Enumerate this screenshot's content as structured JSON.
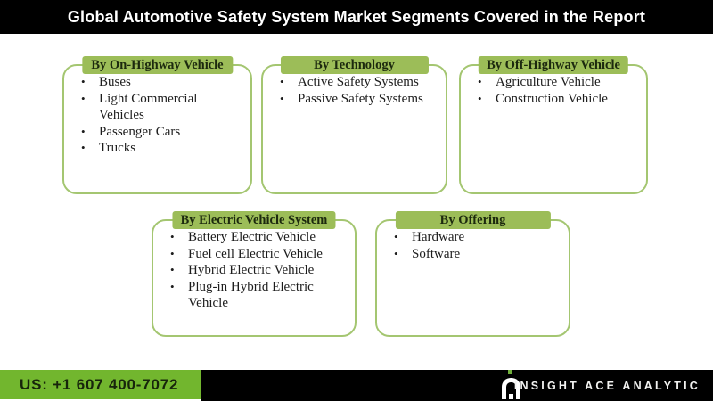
{
  "header": {
    "title": "Global Automotive Safety System Market Segments Covered in the Report"
  },
  "boxes": [
    {
      "id": "on-highway-vehicle",
      "header": "By On-Highway Vehicle",
      "items": [
        "Buses",
        "Light Commercial Vehicles",
        "Passenger Cars",
        "Trucks"
      ]
    },
    {
      "id": "technology",
      "header": "By Technology",
      "items": [
        "Active Safety Systems",
        "Passive Safety Systems"
      ]
    },
    {
      "id": "off-highway-vehicle",
      "header": "By Off-Highway Vehicle",
      "items": [
        "Agriculture Vehicle",
        "Construction Vehicle"
      ]
    },
    {
      "id": "electric-vehicle-system",
      "header": "By Electric Vehicle System",
      "items": [
        "Battery Electric Vehicle",
        "Fuel cell Electric Vehicle",
        "Hybrid Electric Vehicle",
        "Plug-in Hybrid Electric Vehicle"
      ]
    },
    {
      "id": "offering",
      "header": "By Offering",
      "items": [
        "Hardware",
        "Software"
      ]
    }
  ],
  "footer": {
    "phone": "US: +1 607 400-7072",
    "brand": "INSIGHT ACE ANALYTIC"
  },
  "colors": {
    "accent_green": "#9cbd58",
    "border_green": "#a4c671",
    "footer_green": "#72b62e",
    "bar_black": "#000000",
    "tab_text": "#1c290e",
    "body_text": "#1d1d1d"
  }
}
